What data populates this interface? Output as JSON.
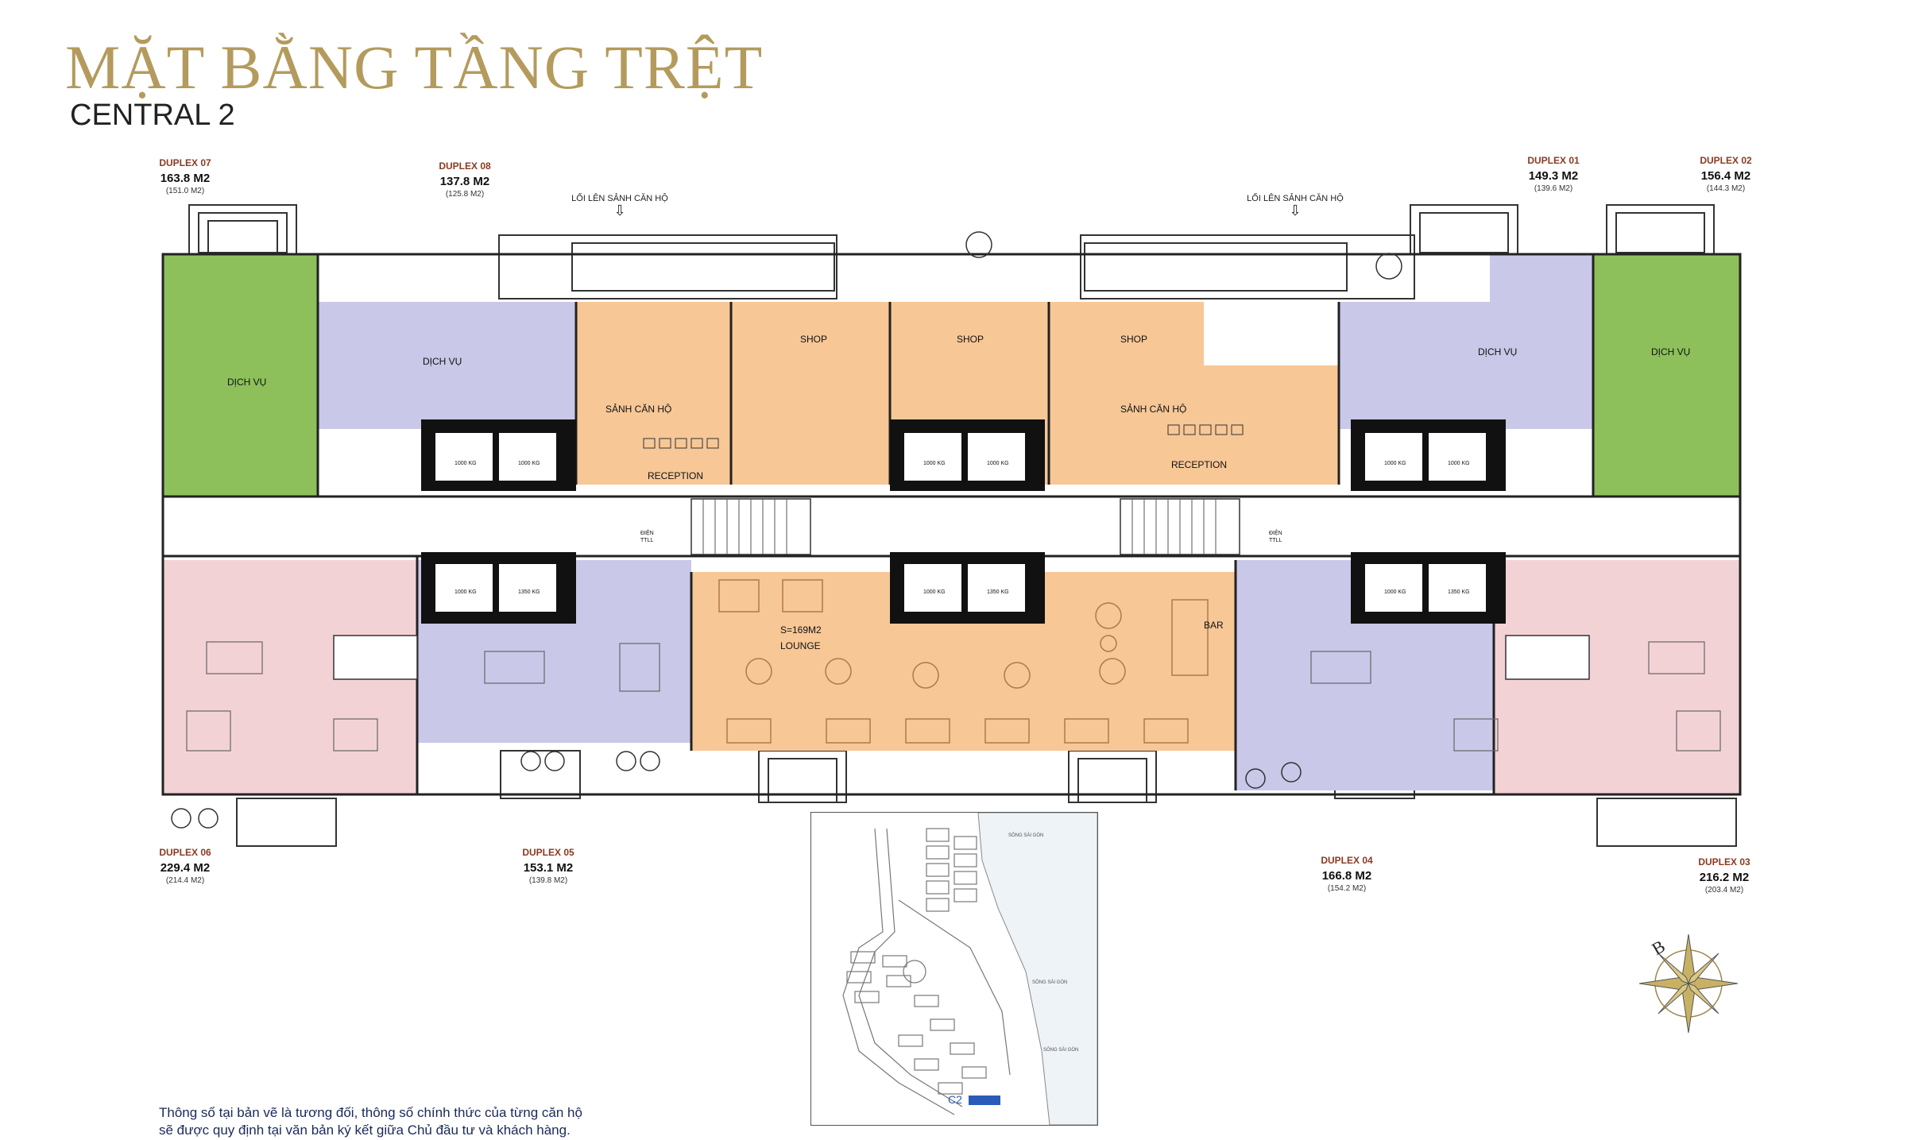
{
  "header": {
    "title": "MẶT BẰNG TẦNG TRỆT",
    "subtitle": "CENTRAL 2"
  },
  "units": [
    {
      "id": "duplex-07",
      "name": "DUPLEX 07",
      "area": "163.8 M2",
      "net": "(151.0 M2)"
    },
    {
      "id": "duplex-08",
      "name": "DUPLEX 08",
      "area": "137.8 M2",
      "net": "(125.8 M2)"
    },
    {
      "id": "duplex-01",
      "name": "DUPLEX 01",
      "area": "149.3 M2",
      "net": "(139.6 M2)"
    },
    {
      "id": "duplex-02",
      "name": "DUPLEX 02",
      "area": "156.4 M2",
      "net": "(144.3 M2)"
    },
    {
      "id": "duplex-06",
      "name": "DUPLEX 06",
      "area": "229.4 M2",
      "net": "(214.4 M2)"
    },
    {
      "id": "duplex-05",
      "name": "DUPLEX 05",
      "area": "153.1 M2",
      "net": "(139.8 M2)"
    },
    {
      "id": "duplex-04",
      "name": "DUPLEX 04",
      "area": "166.8 M2",
      "net": "(154.2 M2)"
    },
    {
      "id": "duplex-03",
      "name": "DUPLEX 03",
      "area": "216.2 M2",
      "net": "(203.4 M2)"
    }
  ],
  "core_access_label": "LỐI LÊN SẢNH CĂN HỘ",
  "rooms": {
    "service": "DỊCH VỤ",
    "shop": "SHOP",
    "lobby": "SẢNH CĂN HỘ",
    "reception": "RECEPTION",
    "lounge_area": "S=169M2",
    "lounge": "LOUNGE",
    "bar": "BAR",
    "elec": "ĐIỆN",
    "ttll": "TTLL",
    "elevator_1000": "1000 KG",
    "elevator_1350": "1350 KG"
  },
  "site_map": {
    "building_marker": "C2",
    "river_labels": [
      "SÔNG SÀI GÒN",
      "SÔNG SÀI GÒN",
      "SÔNG SÀI GÒN"
    ]
  },
  "compass": {
    "letter": "B"
  },
  "footnote": {
    "line1": "Thông số tại bản vẽ là tương đối, thông số chính thức của từng căn hộ",
    "line2": "sẽ được quy định tại văn bản ký kết giữa Chủ đầu tư và khách hàng."
  },
  "colors": {
    "title_gold": "#b49b5d",
    "service_green": "#8dc05a",
    "service_lilac": "#c9c8e8",
    "commercial_orange": "#f7c796",
    "duplex_pink": "#f3d2d6",
    "elevator_black": "#111111"
  }
}
